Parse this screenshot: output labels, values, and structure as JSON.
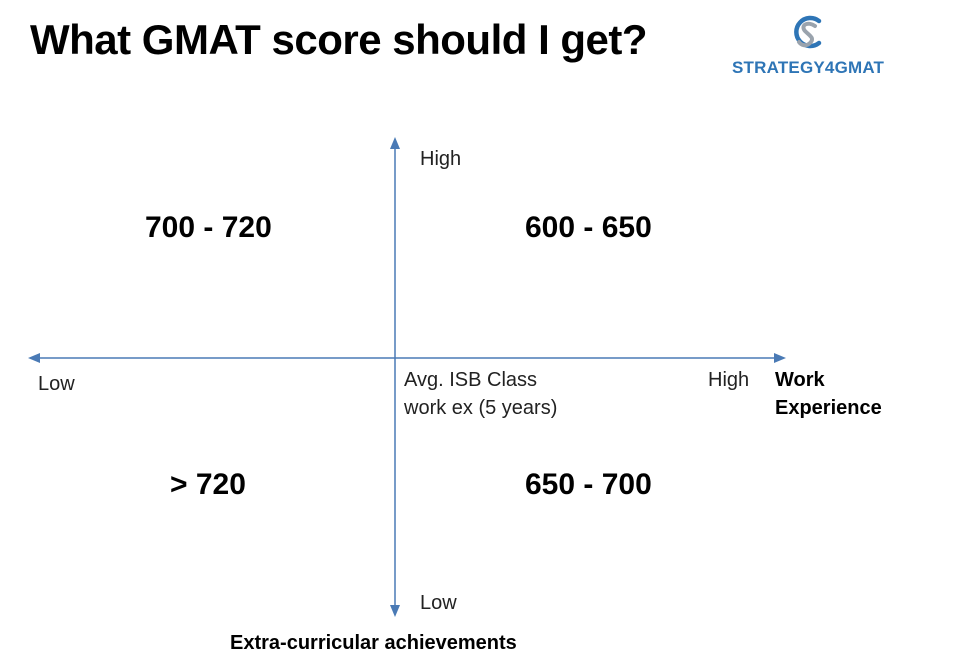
{
  "slide": {
    "title": "What GMAT score should I get?"
  },
  "logo": {
    "text_part1": "STRATEGY",
    "text_part2": "4",
    "text_part3": "GMAT",
    "colors": {
      "text": "#2e75b6",
      "mark_blue": "#2e75b6",
      "mark_gray": "#9aa3ad"
    }
  },
  "axes": {
    "color": "#4a7ab5",
    "vertical": {
      "top_label": "High",
      "bottom_label": "Low",
      "title": "Extra-curricular achievements"
    },
    "horizontal": {
      "left_label": "Low",
      "right_label": "High",
      "title_line1": "Work",
      "title_line2": "Experience"
    },
    "center_note_line1": "Avg. ISB Class",
    "center_note_line2": "work ex (5 years)"
  },
  "quadrants": {
    "top_left": "700 - 720",
    "top_right": "600 - 650",
    "bottom_left": "> 720",
    "bottom_right": "650 - 700"
  }
}
